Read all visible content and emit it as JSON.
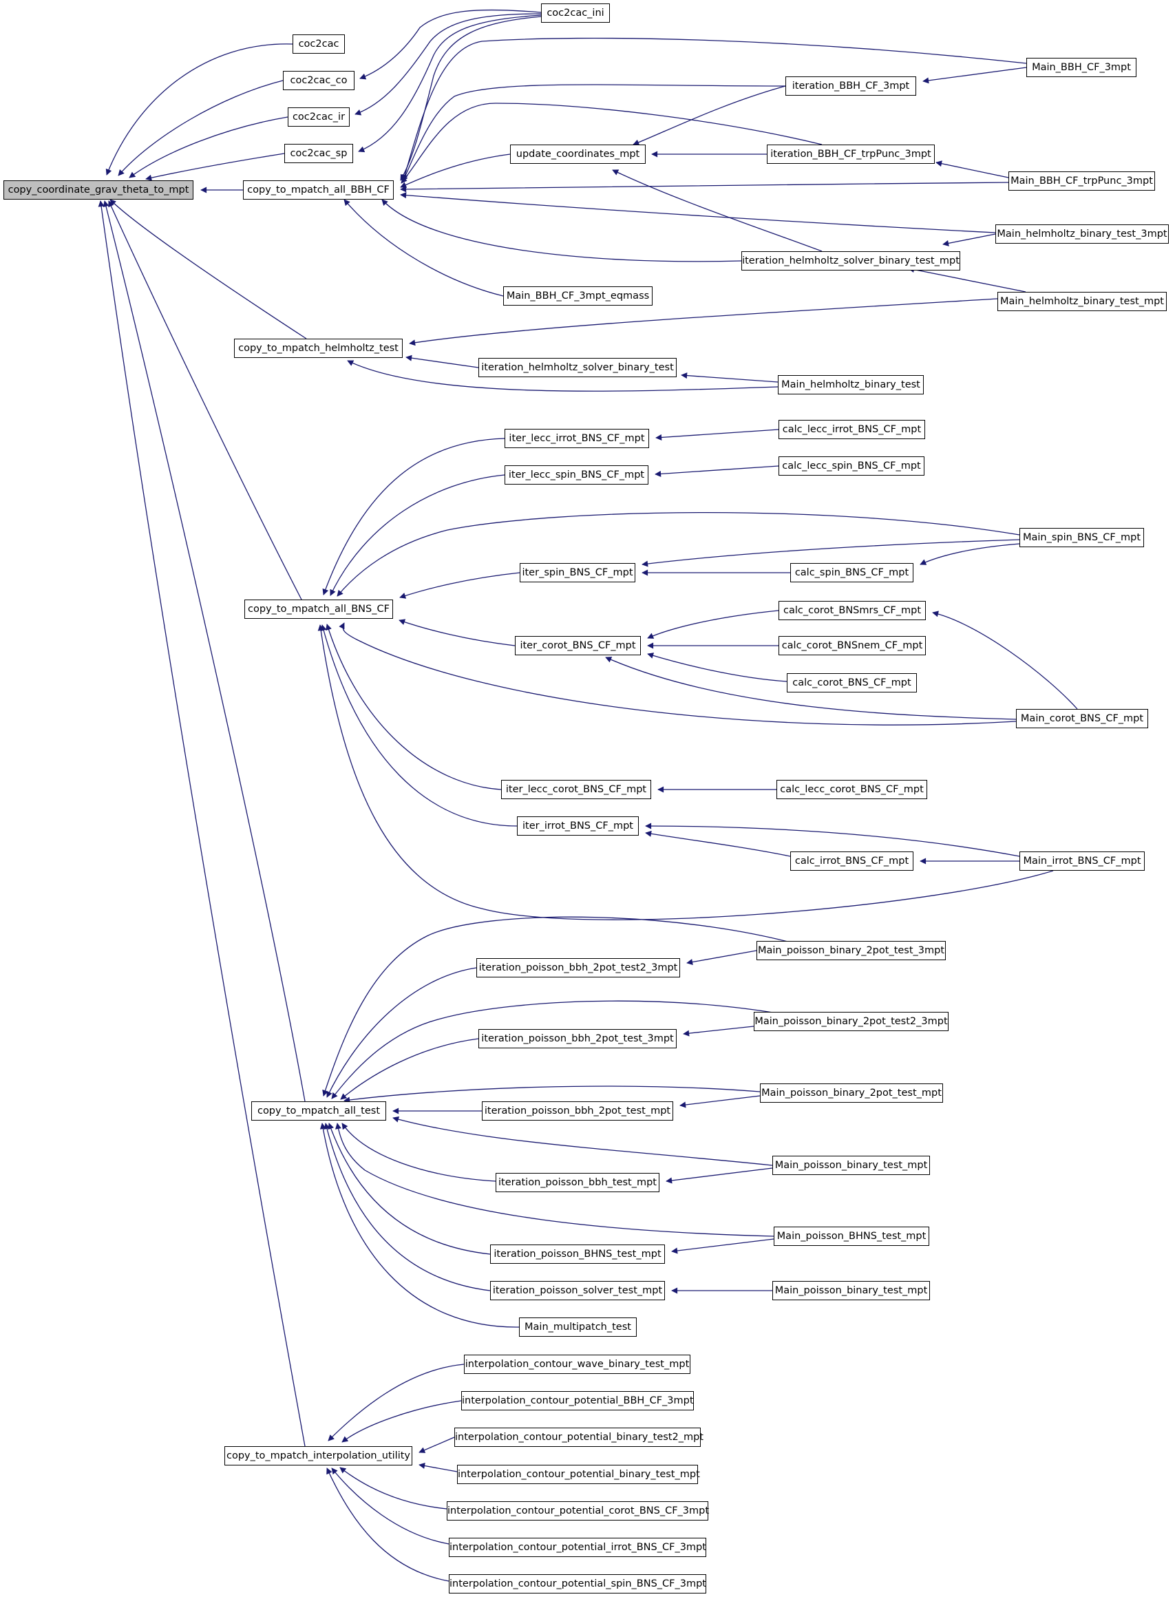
{
  "diagram": {
    "edge_color": "#191970",
    "root_fill": "#bfbfbf",
    "nodes": {
      "root": "copy_coordinate_grav_theta_to_mpt",
      "coc2cac": "coc2cac",
      "coc2cac_co": "coc2cac_co",
      "coc2cac_ir": "coc2cac_ir",
      "coc2cac_sp": "coc2cac_sp",
      "coc2cac_ini": "coc2cac_ini",
      "bbh_cf": "copy_to_mpatch_all_BBH_CF",
      "update_coords": "update_coordinates_mpt",
      "iter_bbh_3mpt": "iteration_BBH_CF_3mpt",
      "iter_bbh_trp": "iteration_BBH_CF_trpPunc_3mpt",
      "main_bbh_3mpt": "Main_BBH_CF_3mpt",
      "main_bbh_trp": "Main_BBH_CF_trpPunc_3mpt",
      "main_helm_3mpt": "Main_helmholtz_binary_test_3mpt",
      "iter_helm_mpt": "iteration_helmholtz_solver_binary_test_mpt",
      "main_helm_mpt": "Main_helmholtz_binary_test_mpt",
      "main_bbh_eqmass": "Main_BBH_CF_3mpt_eqmass",
      "helm_test": "copy_to_mpatch_helmholtz_test",
      "iter_helm": "iteration_helmholtz_solver_binary_test",
      "main_helm": "Main_helmholtz_binary_test",
      "bns_cf": "copy_to_mpatch_all_BNS_CF",
      "iter_lecc_irrot": "iter_lecc_irrot_BNS_CF_mpt",
      "calc_lecc_irrot": "calc_lecc_irrot_BNS_CF_mpt",
      "iter_lecc_spin": "iter_lecc_spin_BNS_CF_mpt",
      "calc_lecc_spin": "calc_lecc_spin_BNS_CF_mpt",
      "main_spin": "Main_spin_BNS_CF_mpt",
      "iter_spin": "iter_spin_BNS_CF_mpt",
      "calc_spin": "calc_spin_BNS_CF_mpt",
      "iter_corot": "iter_corot_BNS_CF_mpt",
      "calc_corot_smrs": "calc_corot_BNSmrs_CF_mpt",
      "calc_corot_nem": "calc_corot_BNSnem_CF_mpt",
      "calc_corot": "calc_corot_BNS_CF_mpt",
      "main_corot": "Main_corot_BNS_CF_mpt",
      "iter_lecc_corot": "iter_lecc_corot_BNS_CF_mpt",
      "calc_lecc_corot": "calc_lecc_corot_BNS_CF_mpt",
      "iter_irrot": "iter_irrot_BNS_CF_mpt",
      "calc_irrot": "calc_irrot_BNS_CF_mpt",
      "main_irrot": "Main_irrot_BNS_CF_mpt",
      "all_test": "copy_to_mpatch_all_test",
      "main_p2pot_3mpt": "Main_poisson_binary_2pot_test_3mpt",
      "iter_p_bbh2_t2_3mpt": "iteration_poisson_bbh_2pot_test2_3mpt",
      "main_p2pot_t2_3mpt": "Main_poisson_binary_2pot_test2_3mpt",
      "iter_p_bbh2_3mpt": "iteration_poisson_bbh_2pot_test_3mpt",
      "main_p2pot_mpt": "Main_poisson_binary_2pot_test_mpt",
      "iter_p_bbh2_mpt": "iteration_poisson_bbh_2pot_test_mpt",
      "main_pbin_mpt": "Main_poisson_binary_test_mpt",
      "iter_p_bbh_mpt": "iteration_poisson_bbh_test_mpt",
      "main_pbhns": "Main_poisson_BHNS_test_mpt",
      "iter_p_bhns": "iteration_poisson_BHNS_test_mpt",
      "iter_p_solver": "iteration_poisson_solver_test_mpt",
      "main_pbin_mpt2": "Main_poisson_binary_test_mpt",
      "main_multi": "Main_multipatch_test",
      "interp_util": "copy_to_mpatch_interpolation_utility",
      "ic_wave": "interpolation_contour_wave_binary_test_mpt",
      "ic_bbh": "interpolation_contour_potential_BBH_CF_3mpt",
      "ic_bin2": "interpolation_contour_potential_binary_test2_mpt",
      "ic_bin": "interpolation_contour_potential_binary_test_mpt",
      "ic_corot": "interpolation_contour_potential_corot_BNS_CF_3mpt",
      "ic_irrot": "interpolation_contour_potential_irrot_BNS_CF_3mpt",
      "ic_spin": "interpolation_contour_potential_spin_BNS_CF_3mpt"
    }
  }
}
